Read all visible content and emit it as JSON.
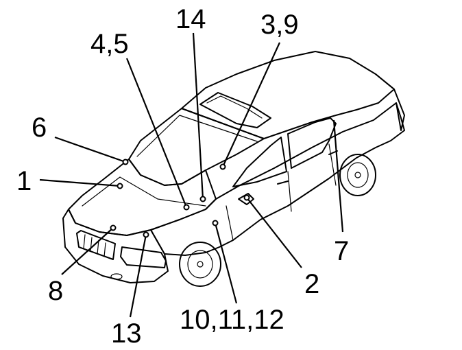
{
  "callouts": [
    {
      "id": "c1",
      "text": "1"
    },
    {
      "id": "c2",
      "text": "2"
    },
    {
      "id": "c3",
      "text": "3,9"
    },
    {
      "id": "c4",
      "text": "4,5"
    },
    {
      "id": "c6",
      "text": "6"
    },
    {
      "id": "c7",
      "text": "7"
    },
    {
      "id": "c8",
      "text": "8"
    },
    {
      "id": "c10",
      "text": "10,11,12"
    },
    {
      "id": "c13",
      "text": "13"
    },
    {
      "id": "c14",
      "text": "14"
    }
  ]
}
